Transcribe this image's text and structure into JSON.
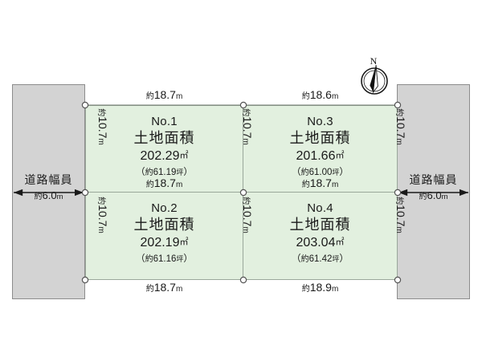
{
  "figure": {
    "type": "land-plot-subdivision-map",
    "background_color": "#ffffff",
    "plot_fill_color": "#e2f0df",
    "road_fill_color": "#d3d3d3"
  },
  "compass": {
    "label": "N",
    "name": "north-arrow"
  },
  "plots": [
    {
      "id": "1",
      "no_label": "No.1",
      "area_title": "土地面積",
      "area_value": "202.29",
      "area_unit": "㎡",
      "tsubo_open": "（",
      "tsubo_yaku": "約",
      "tsubo_value": "61.19",
      "tsubo_unit": "坪",
      "tsubo_close": "）",
      "top_dim_yaku": "約",
      "top_dim_value": "18.7",
      "top_dim_unit": "m",
      "left_dim_yaku": "約",
      "left_dim_value": "10.7",
      "left_dim_unit": "m",
      "bottom_dim_yaku": "約",
      "bottom_dim_value": "18.7",
      "bottom_dim_unit": "m"
    },
    {
      "id": "3",
      "no_label": "No.3",
      "area_title": "土地面積",
      "area_value": "201.66",
      "area_unit": "㎡",
      "tsubo_open": "（",
      "tsubo_yaku": "約",
      "tsubo_value": "61.00",
      "tsubo_unit": "坪",
      "tsubo_close": "）",
      "top_dim_yaku": "約",
      "top_dim_value": "18.6",
      "top_dim_unit": "m",
      "right_dim_yaku": "約",
      "right_dim_value": "10.7",
      "right_dim_unit": "m",
      "bottom_dim_yaku": "約",
      "bottom_dim_value": "18.7",
      "bottom_dim_unit": "m"
    },
    {
      "id": "2",
      "no_label": "No.2",
      "area_title": "土地面積",
      "area_value": "202.19",
      "area_unit": "㎡",
      "tsubo_open": "（",
      "tsubo_yaku": "約",
      "tsubo_value": "61.16",
      "tsubo_unit": "坪",
      "tsubo_close": "）",
      "left_dim_yaku": "約",
      "left_dim_value": "10.7",
      "left_dim_unit": "m",
      "bottom_dim_yaku": "約",
      "bottom_dim_value": "18.7",
      "bottom_dim_unit": "m"
    },
    {
      "id": "4",
      "no_label": "No.4",
      "area_title": "土地面積",
      "area_value": "203.04",
      "area_unit": "㎡",
      "tsubo_open": "（",
      "tsubo_yaku": "約",
      "tsubo_value": "61.42",
      "tsubo_unit": "坪",
      "tsubo_close": "）",
      "right_dim_yaku": "約",
      "right_dim_value": "10.7",
      "right_dim_unit": "m",
      "bottom_dim_yaku": "約",
      "bottom_dim_value": "18.9",
      "bottom_dim_unit": "m"
    }
  ],
  "interior_dims": {
    "center_top_yaku": "約",
    "center_top_value": "10.7",
    "center_top_unit": "m",
    "center_bottom_yaku": "約",
    "center_bottom_value": "10.7",
    "center_bottom_unit": "m"
  },
  "roads": [
    {
      "side": "left",
      "name": "道路幅員",
      "dim_yaku": "約",
      "dim_value": "6.0",
      "dim_unit": "m"
    },
    {
      "side": "right",
      "name": "道路幅員",
      "dim_yaku": "約",
      "dim_value": "6.0",
      "dim_unit": "m"
    }
  ]
}
